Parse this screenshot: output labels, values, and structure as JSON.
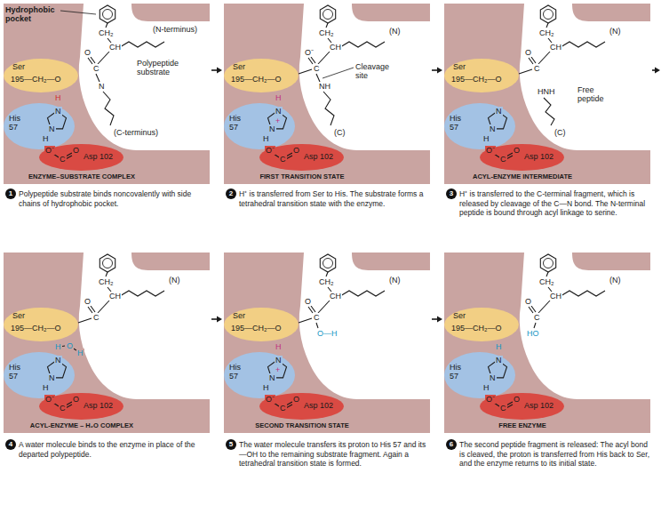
{
  "diagram": {
    "nodes": [
      {
        "text": [
          "ENZYME–SUBSTRATE COMPLEX"
        ]
      },
      {
        "text": [
          "Ser",
          "195—CH₂—O"
        ],
        "in": 0
      },
      {
        "text": [
          "His 57"
        ],
        "in": 0
      },
      {
        "text": [
          "Asp 102"
        ],
        "in": 0
      },
      {
        "text": [
          "FIRST TRANSITION STATE"
        ]
      },
      {
        "text": [
          "Ser",
          "195—CH₂—O"
        ],
        "in": 4
      },
      {
        "text": [
          "His 57"
        ],
        "in": 4
      },
      {
        "text": [
          "Asp 102"
        ],
        "in": 4
      },
      {
        "text": [
          "ACYL-ENZYME INTERMEDIATE"
        ]
      },
      {
        "text": [
          "Ser",
          "195—CH₂—O"
        ],
        "in": 8
      },
      {
        "text": [
          "His 57"
        ],
        "in": 8
      },
      {
        "text": [
          "Asp 102"
        ],
        "in": 8
      },
      {
        "text": [
          "ACYL-ENZYME – H₂O COMPLEX"
        ]
      },
      {
        "text": [
          "Ser",
          "195—CH₂—O"
        ],
        "in": 12
      },
      {
        "text": [
          "His 57"
        ],
        "in": 12
      },
      {
        "text": [
          "Asp 102"
        ],
        "in": 12
      },
      {
        "text": [
          "SECOND TRANSITION STATE"
        ]
      },
      {
        "text": [
          "Ser",
          "195—CH₂—O"
        ],
        "in": 16
      },
      {
        "text": [
          "His 57"
        ],
        "in": 16
      },
      {
        "text": [
          "Asp 102"
        ],
        "in": 16
      },
      {
        "text": [
          "FREE ENZYME"
        ]
      },
      {
        "text": [
          "Ser",
          "195—CH₂—O"
        ],
        "in": 20
      },
      {
        "text": [
          "His 57"
        ],
        "in": 20
      },
      {
        "text": [
          "Asp 102"
        ],
        "in": 20
      }
    ],
    "edges": [
      {
        "from": 0,
        "to": 4,
        "arrow": "to"
      },
      {
        "from": 4,
        "to": 8,
        "arrow": "to"
      },
      {
        "from": 12,
        "to": 16,
        "arrow": "to"
      },
      {
        "from": 16,
        "to": 20,
        "arrow": "to"
      }
    ],
    "labels": [
      "Hydrophobic pocket",
      "(N-terminus)",
      "Polypeptide substrate",
      "(C-terminus)",
      "CH₂",
      "CH",
      "O",
      "C",
      "N",
      "H",
      "N",
      "N",
      "H",
      "O⁻",
      "C",
      "O",
      "1",
      "Polypeptide substrate binds noncovalently with side chains of hydrophobic pocket.",
      "(N)",
      "Cleavage site",
      "(C)",
      "CH₂",
      "CH",
      "O⁻",
      "C",
      "NH",
      "H",
      "+",
      "N",
      "N",
      "H",
      "O⁻",
      "C",
      "O",
      "2",
      "H⁺ is transferred from Ser to His. The substrate forms a tetrahedral transition state with the enzyme.",
      "(N)",
      "Free peptide",
      "(C)",
      "CH₂",
      "CH",
      "O",
      "C",
      "HNH",
      "N",
      "N",
      "H",
      "O⁻",
      "C",
      "O",
      "3",
      "H⁺ is transferred to the C-terminal fragment, which is released by cleavage of the C—N bond. The N-terminal peptide is bound through acyl linkage to serine.",
      "(N)",
      "CH₂",
      "CH",
      "O",
      "C",
      "H",
      "O",
      "H",
      "N",
      "N",
      "H",
      "O⁻",
      "C",
      "O",
      "4",
      "A water molecule binds to the enzyme in place of the departed polypeptide.",
      "(N)",
      "CH₂",
      "CH",
      "O",
      "C",
      "O—H",
      "H",
      "+",
      "N",
      "N",
      "H",
      "O⁻",
      "C",
      "O",
      "5",
      "The water molecule transfers its proton to His 57 and its —OH to the remaining substrate fragment. Again a tetrahedral transition state is formed.",
      "(N)",
      "CH₂",
      "CH",
      "O",
      "C",
      "HO",
      "H",
      "N",
      "N",
      "H",
      "O⁻",
      "C",
      "O",
      "6",
      "The second peptide fragment is released: The acyl bond is cleaved, the proton is transferred from His back to Ser, and the enzyme returns to its initial state."
    ]
  }
}
